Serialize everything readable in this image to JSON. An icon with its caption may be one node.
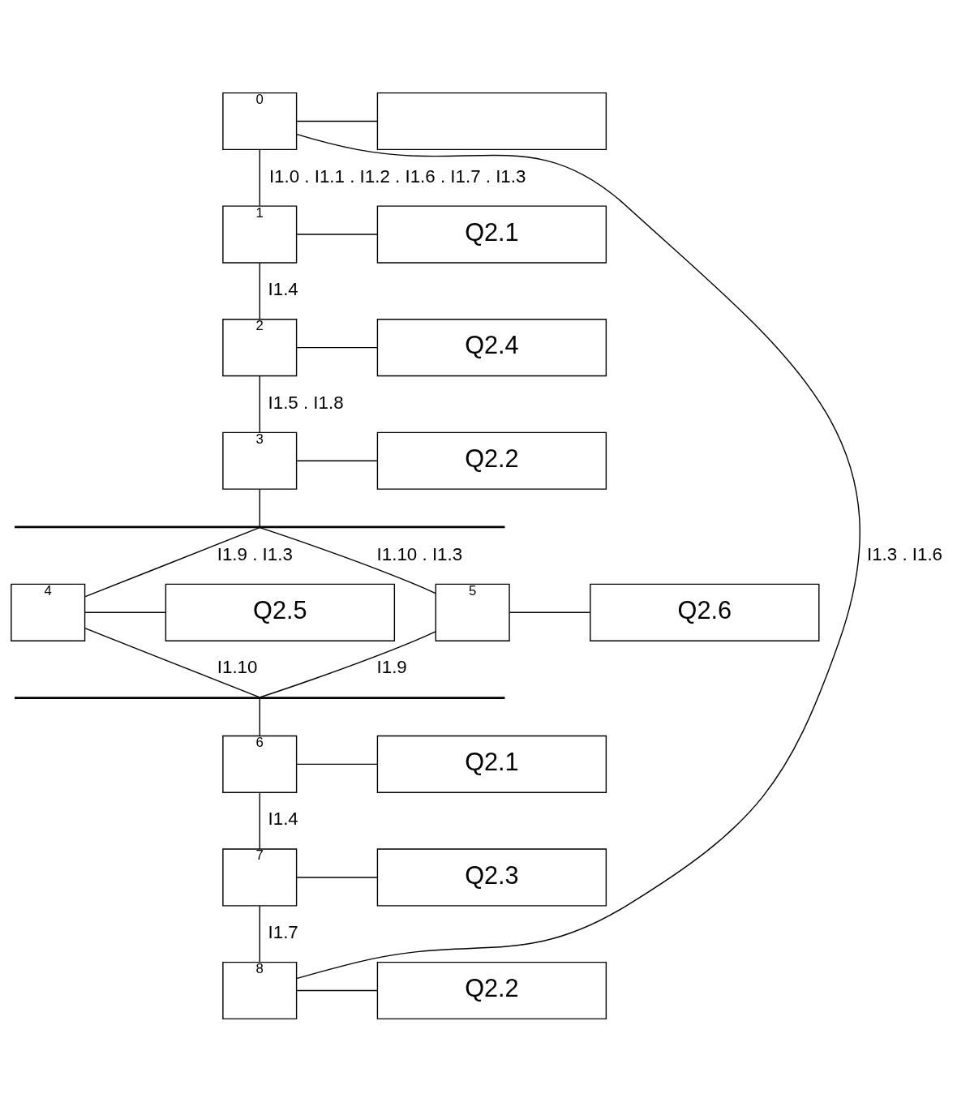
{
  "diagram": {
    "nodes": [
      {
        "text": [
          "0"
        ]
      },
      {
        "text": [],
        "shape": "box"
      },
      {
        "text": [
          "1"
        ]
      },
      {
        "text": [
          "Q2.1"
        ]
      },
      {
        "text": [
          "2"
        ]
      },
      {
        "text": [
          "Q2.4"
        ]
      },
      {
        "text": [
          "3"
        ]
      },
      {
        "text": [
          "Q2.2"
        ]
      },
      {
        "text": [],
        "shape": "bar"
      },
      {
        "text": [
          "4"
        ]
      },
      {
        "text": [
          "Q2.5"
        ]
      },
      {
        "text": [
          "5"
        ]
      },
      {
        "text": [
          "Q2.6"
        ]
      },
      {
        "text": [],
        "shape": "bar"
      },
      {
        "text": [
          "6"
        ]
      },
      {
        "text": [
          "Q2.1"
        ]
      },
      {
        "text": [
          "7"
        ]
      },
      {
        "text": [
          "Q2.3"
        ]
      },
      {
        "text": [
          "8"
        ]
      },
      {
        "text": [
          "Q2.2"
        ]
      }
    ],
    "edges": [
      {
        "from": 0,
        "to": 1,
        "arrow": "none"
      },
      {
        "from": 0,
        "to": 2,
        "arrow": "none",
        "label": "I1.0 . I1.1 . I1.2 . I1.6 . I1.7 . I1.3"
      },
      {
        "from": 2,
        "to": 3,
        "arrow": "none"
      },
      {
        "from": 2,
        "to": 4,
        "arrow": "none",
        "label": "I1.4"
      },
      {
        "from": 4,
        "to": 5,
        "arrow": "none"
      },
      {
        "from": 4,
        "to": 6,
        "arrow": "none",
        "label": "I1.5 . I1.8"
      },
      {
        "from": 6,
        "to": 7,
        "arrow": "none"
      },
      {
        "from": 6,
        "to": 8,
        "arrow": "none"
      },
      {
        "from": 8,
        "to": 9,
        "arrow": "none",
        "label": "I1.9 . I1.3"
      },
      {
        "from": 9,
        "to": 10,
        "arrow": "none"
      },
      {
        "from": 8,
        "to": 11,
        "arrow": "none",
        "label": "I1.10 . I1.3"
      },
      {
        "from": 11,
        "to": 12,
        "arrow": "none"
      },
      {
        "from": 9,
        "to": 13,
        "arrow": "none",
        "label": "I1.10"
      },
      {
        "from": 11,
        "to": 13,
        "arrow": "none",
        "label": "I1.9"
      },
      {
        "from": 13,
        "to": 14,
        "arrow": "none"
      },
      {
        "from": 14,
        "to": 15,
        "arrow": "none"
      },
      {
        "from": 14,
        "to": 16,
        "arrow": "none",
        "label": "I1.4"
      },
      {
        "from": 16,
        "to": 17,
        "arrow": "none"
      },
      {
        "from": 16,
        "to": 18,
        "arrow": "none",
        "label": "I1.7"
      },
      {
        "from": 18,
        "to": 19,
        "arrow": "none"
      },
      {
        "from": 18,
        "to": 0,
        "arrow": "none",
        "label": "I1.3 . I1.6"
      }
    ]
  }
}
